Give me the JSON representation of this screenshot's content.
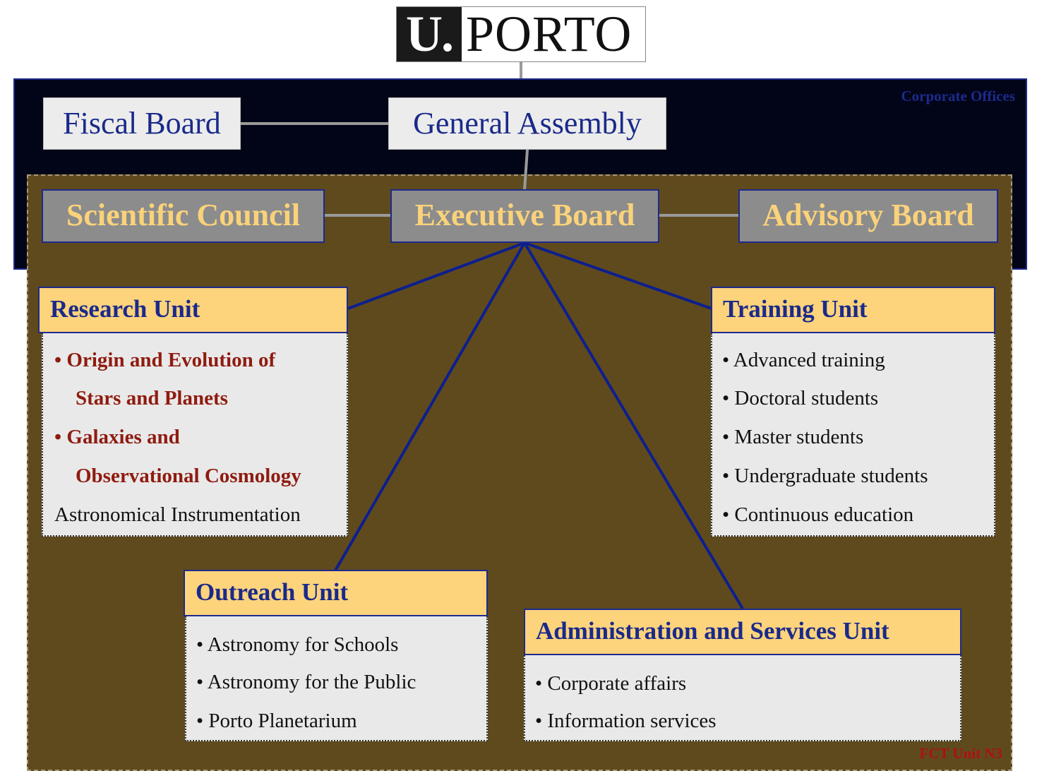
{
  "logo": {
    "u_part": "U.",
    "name_part": "PORTO"
  },
  "regions": {
    "corporate_label": "Corporate Offices",
    "fct_label": "FCT Unit N3"
  },
  "boards": {
    "fiscal": "Fiscal Board",
    "general_assembly": "General Assembly",
    "scientific_council": "Scientific Council",
    "executive": "Executive Board",
    "advisory": "Advisory Board"
  },
  "research_unit": {
    "title": "Research Unit",
    "items": [
      "• Origin and Evolution of",
      "Stars and Planets",
      "• Galaxies and",
      "Observational Cosmology",
      "Astronomical Instrumentation"
    ]
  },
  "training_unit": {
    "title": "Training Unit",
    "items": [
      "• Advanced training",
      "• Doctoral students",
      "• Master students",
      "• Undergraduate students",
      "• Continuous education"
    ]
  },
  "outreach_unit": {
    "title": "Outreach Unit",
    "items": [
      "• Astronomy for Schools",
      "• Astronomy for the Public",
      "• Porto Planetarium"
    ]
  },
  "admin_unit": {
    "title": "Administration and Services Unit",
    "items": [
      "• Corporate affairs",
      "• Information services"
    ]
  },
  "colors": {
    "corporate_bg": "#020518",
    "fct_bg": "#5f4a1e",
    "unit_header": "#fdd37c",
    "navy": "#1a2a8a",
    "research_highlight": "#8f1b10"
  }
}
